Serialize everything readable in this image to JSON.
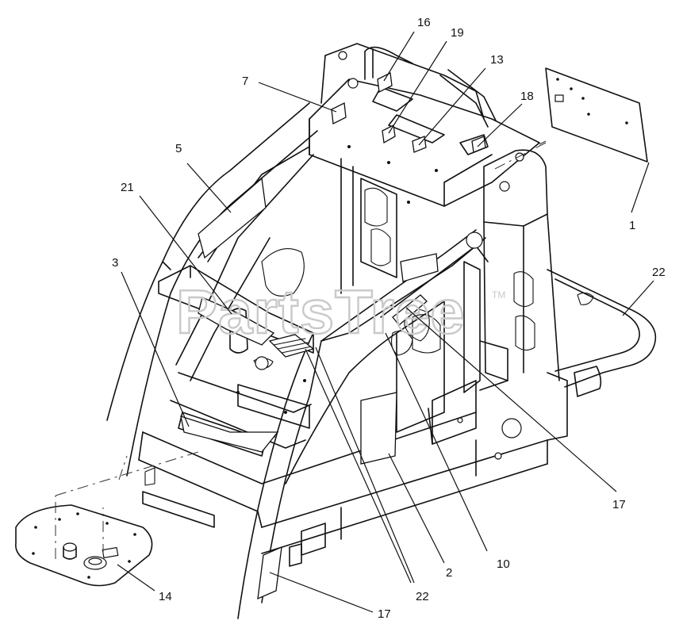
{
  "watermark": {
    "text": "PartsTree",
    "trademark": "TM"
  },
  "callouts": [
    "16",
    "19",
    "13",
    "7",
    "18",
    "5",
    "1",
    "21",
    "3",
    "22",
    "17",
    "10",
    "2",
    "22",
    "17",
    "14"
  ]
}
